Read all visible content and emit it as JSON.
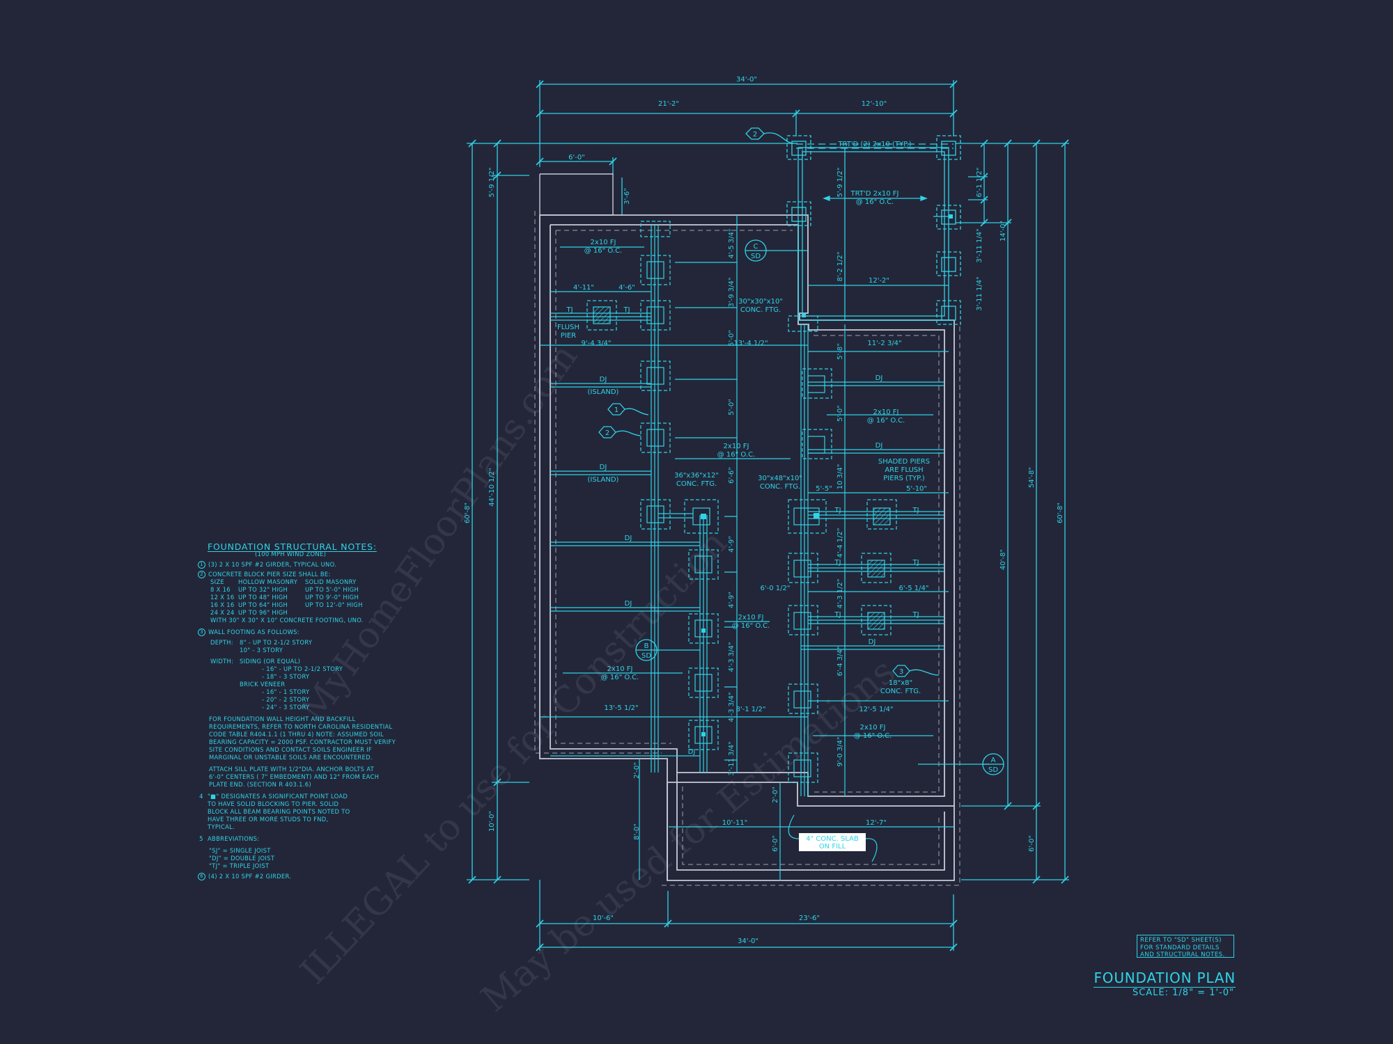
{
  "sheet": {
    "title": "FOUNDATION PLAN",
    "scale": "SCALE: 1/8\" = 1'-0\"",
    "reference_note": [
      "REFER TO \"SD\" SHEET(S)",
      "FOR STANDARD DETAILS",
      "AND STRUCTURAL NOTES."
    ],
    "colors": {
      "background": "#232639",
      "linework": "#2fd4e6",
      "walls": "#c8cad6"
    }
  },
  "watermarks": [
    "MyHomeFloorPlans.com",
    "ILLEGAL to use for Construction",
    "May be used for Estimations"
  ],
  "notes": {
    "title": "FOUNDATION STRUCTURAL NOTES:",
    "subtitle": "(100 MPH WIND ZONE)",
    "n1": "(3) 2 x 10 SPF #2 GIRDER, TYPICAL UNO.",
    "n2": "CONCRETE BLOCK PIER SIZE SHALL BE:",
    "pier_table": {
      "headers": [
        "SIZE",
        "HOLLOW MASONRY",
        "SOLID MASONRY"
      ],
      "rows": [
        [
          "8 x 16",
          "UP TO 32\" HIGH",
          "UP TO 5'-0\" HIGH"
        ],
        [
          "12 x 16",
          "UP TO 48\" HIGH",
          "UP TO 9'-0\" HIGH"
        ],
        [
          "16 x 16",
          "UP TO 64\" HIGH",
          "UP TO 12'-0\" HIGH"
        ],
        [
          "24 x 24",
          "UP TO 96\" HIGH",
          ""
        ]
      ],
      "footer": "WITH 30\" x 30\" x 10\" CONCRETE FOOTING, UNO."
    },
    "n3": "WALL FOOTING AS FOLLOWS:",
    "depth_label": "DEPTH:",
    "depth": [
      "8\" - UP TO 2-1/2 STORY",
      "10\" - 3 STORY"
    ],
    "width_label": "WIDTH:",
    "width_siding": "SIDING (OR EQUAL)",
    "width_siding_items": [
      "- 16\" - UP TO 2-1/2 STORY",
      "- 18\" - 3 STORY"
    ],
    "width_brick": "BRICK VENEER",
    "width_brick_items": [
      "- 16\" - 1 STORY",
      "- 20\" - 2 STORY",
      "- 24\" - 3 STORY"
    ],
    "para1": "FOR FOUNDATION WALL HEIGHT AND BACKFILL REQUIREMENTS, REFER TO NORTH CAROLINA RESIDENTIAL CODE TABLE R404.1.1 (1 THRU 4) NOTE: ASSUMED SOIL BEARING CAPACITY = 2000 PSF. CONTRACTOR MUST VERIFY SITE CONDITIONS AND CONTACT SOILS ENGINEER IF MARGINAL OR UNSTABLE SOILS ARE ENCOUNTERED.",
    "para2": "ATTACH SILL PLATE WITH 1/2\"dia. ANCHOR BOLTS AT 6'-0\" CENTERS ( 7\" EMBEDMENT) AND 12\" FROM EACH PLATE END. (SECTION R 403.1.6)",
    "n4": "\"■\" DESIGNATES A SIGNIFICANT POINT LOAD TO HAVE SOLID BLOCKING TO PIER. SOLID BLOCK ALL BEAM BEARING POINTS NOTED TO HAVE THREE OR MORE STUDS TO FND, TYPICAL.",
    "n5": "ABBREVIATIONS:",
    "abbrev": [
      "\"SJ\" = SINGLE JOIST",
      "\"DJ\" = DOUBLE JOIST",
      "\"TJ\" = TRIPLE JOIST"
    ],
    "n6": "(4) 2 x 10 SPF #2 GIRDER."
  },
  "dimensions": {
    "top_overall": "34'-0\"",
    "top_left": "21'-2\"",
    "top_right": "12'-10\"",
    "garage_notch": "6'-0\"",
    "notch_depth": "3'-6\"",
    "bottom_left": "10'-6\"",
    "bottom_right": "23'-6\"",
    "bottom_overall": "34'-0\"",
    "left_top": "5'-9 1/2\"",
    "left_mid": "44'-10 1/2\"",
    "left_bottom": "10'-0\"",
    "left_overall": "60'-8\"",
    "right_a": "6'-1 1/2\"",
    "right_b": "3'-11 1/4\"",
    "right_c": "3'-11 1/4\"",
    "right_14": "14'-0\"",
    "right_40": "40'-8\"",
    "right_54": "54'-8\"",
    "right_6": "6'-0\"",
    "right_overall": "60'-8\"",
    "porch_v1": "5'-9 1/2\"",
    "porch_v2": "8'-2 1/2\"",
    "porch_h": "12'-2\"",
    "interior": {
      "d_4_11": "4'-11\"",
      "d_4_6": "4'-6\"",
      "d_9_4": "9'-4 3/4\"",
      "d_13_4": "13'-4 1/2\"",
      "d_4_5": "4'-5 3/4\"",
      "d_3_9": "3'-9 3/4\"",
      "d_5_0a": "5'-0\"",
      "d_5_0b": "5'-0\"",
      "d_6_6": "6'-6\"",
      "d_4_9a": "4'-9\"",
      "d_4_9b": "4'-9\"",
      "d_4_3a": "4'-3 3/4\"",
      "d_4_3b": "4'-3 3/4\"",
      "d_3_11": "3'-11 3/4\"",
      "d_13_5": "13'-5 1/2\"",
      "d_8_1": "8'-1 1/2\"",
      "d_11_2": "11'-2 3/4\"",
      "d_5_8": "5'-8\"",
      "d_5_0r": "5'-0\"",
      "d_10r": "10 3/4\"",
      "d_5_5": "5'-5\"",
      "d_5_10": "5'-10\"",
      "d_4_4": "4'-4 1/2\"",
      "d_4_3r": "4'-3 1/2\"",
      "d_6_0": "6'-0 1/2\"",
      "d_6_5": "6'-5 1/4\"",
      "d_6_4": "6'-4 3/4\"",
      "d_12_5": "12'-5 1/4\"",
      "d_9_0": "9'-0 3/4\"",
      "d_2_0a": "2'-0\"",
      "d_2_0b": "2'-0\"",
      "d_8_0": "8'-0\"",
      "d_6_0b": "6'-0\"",
      "d_10_11": "10'-11\"",
      "d_12_7": "12'-7\""
    }
  },
  "callouts": {
    "trtd_girder": "TRT'D (2) 2x10 (TYP.)",
    "trtd_fj": [
      "TRT'D 2x10 FJ",
      "@ 16\" O.C."
    ],
    "fj": [
      "2x10 FJ",
      "@ 16\" O.C."
    ],
    "ftg_30x30": [
      "30\"x30\"x10\"",
      "CONC. FTG."
    ],
    "ftg_36x36": [
      "36\"x36\"x12\"",
      "CONC. FTG."
    ],
    "ftg_30x48": [
      "30\"x48\"x10\"",
      "CONC. FTG."
    ],
    "ftg_18x8": [
      "18\"x8\"",
      "CONC. FTG."
    ],
    "flush_pier": [
      "FLUSH",
      "PIER"
    ],
    "shaded_piers": [
      "SHADED PIERS",
      "ARE FLUSH",
      "PIERS (TYP.)"
    ],
    "slab": [
      "4\" CONC. SLAB",
      "ON FILL"
    ],
    "dj": "DJ",
    "tj": "TJ",
    "island": "(ISLAND)",
    "hex": [
      "1",
      "2",
      "3"
    ],
    "sections": [
      {
        "top": "A",
        "bottom": "SD"
      },
      {
        "top": "B",
        "bottom": "SD"
      },
      {
        "top": "C",
        "bottom": "SD"
      }
    ]
  }
}
